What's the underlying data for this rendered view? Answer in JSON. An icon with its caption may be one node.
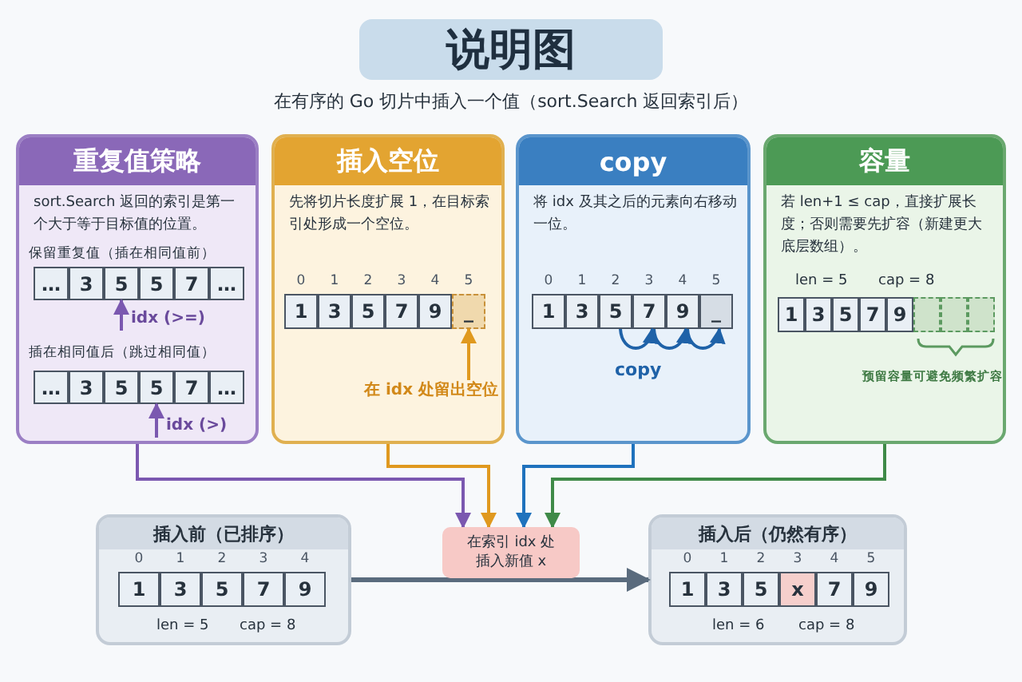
{
  "diagram": {
    "title": "说明图",
    "caption": "在有序的 Go 切片中插入一个值（sort.Search 返回索引后）",
    "nodes": [
      {
        "text": [
          "重复值策略",
          "sort.Search 返回的索引是第一个大于等于目标值的位置。"
        ]
      },
      {
        "text": [
          "…"
        ],
        "in": 0
      },
      {
        "text": [
          "3"
        ],
        "in": 0
      },
      {
        "text": [
          "5"
        ],
        "in": 0
      },
      {
        "text": [
          "5"
        ],
        "in": 0
      },
      {
        "text": [
          "7"
        ],
        "in": 0
      },
      {
        "text": [
          "…"
        ],
        "in": 0
      },
      {
        "text": [
          "idx (>=)"
        ],
        "in": 0
      },
      {
        "text": [
          "…"
        ],
        "in": 0
      },
      {
        "text": [
          "3"
        ],
        "in": 0
      },
      {
        "text": [
          "5"
        ],
        "in": 0
      },
      {
        "text": [
          "5"
        ],
        "in": 0
      },
      {
        "text": [
          "7"
        ],
        "in": 0
      },
      {
        "text": [
          "…"
        ],
        "in": 0
      },
      {
        "text": [
          "idx (>)"
        ],
        "in": 0
      },
      {
        "text": [
          "插入空位",
          "先将切片长度扩展 1，在目标索引处形成一个空位。"
        ]
      },
      {
        "text": [
          "1"
        ],
        "in": 15
      },
      {
        "text": [
          "3"
        ],
        "in": 15
      },
      {
        "text": [
          "5"
        ],
        "in": 15
      },
      {
        "text": [
          "7"
        ],
        "in": 15
      },
      {
        "text": [
          "9"
        ],
        "in": 15
      },
      {
        "text": [
          "_"
        ],
        "in": 15
      },
      {
        "text": [
          "在 idx 处留出空位"
        ],
        "in": 15
      },
      {
        "text": [
          "copy",
          "将 idx 及其之后的元素向右移动一位。"
        ]
      },
      {
        "text": [
          "1"
        ],
        "in": 23
      },
      {
        "text": [
          "3"
        ],
        "in": 23
      },
      {
        "text": [
          "5"
        ],
        "in": 23
      },
      {
        "text": [
          "7"
        ],
        "in": 23
      },
      {
        "text": [
          "9"
        ],
        "in": 23
      },
      {
        "text": [
          "_"
        ],
        "in": 23
      },
      {
        "text": [
          "容量",
          "若 len+1 ≤ cap，直接扩展长度；否则需要先扩容（新建更大底层数组）。"
        ]
      },
      {
        "text": [
          "1"
        ],
        "in": 30
      },
      {
        "text": [
          "3"
        ],
        "in": 30
      },
      {
        "text": [
          "5"
        ],
        "in": 30
      },
      {
        "text": [
          "7"
        ],
        "in": 30
      },
      {
        "text": [
          "9"
        ],
        "in": 30
      },
      {
        "text": [],
        "shape": "box",
        "in": 30
      },
      {
        "text": [],
        "shape": "box",
        "in": 30
      },
      {
        "text": [],
        "shape": "box",
        "in": 30
      },
      {
        "text": [
          "插入前（已排序）"
        ]
      },
      {
        "text": [
          "1"
        ],
        "in": 39
      },
      {
        "text": [
          "3"
        ],
        "in": 39
      },
      {
        "text": [
          "5"
        ],
        "in": 39
      },
      {
        "text": [
          "7"
        ],
        "in": 39
      },
      {
        "text": [
          "9"
        ],
        "in": 39
      },
      {
        "text": [
          "在索引 idx 处插入新值 x"
        ]
      },
      {
        "text": [
          "插入后（仍然有序）"
        ]
      },
      {
        "text": [
          "1"
        ],
        "in": 46
      },
      {
        "text": [
          "3"
        ],
        "in": 46
      },
      {
        "text": [
          "5"
        ],
        "in": 46
      },
      {
        "text": [
          "x"
        ],
        "in": 46
      },
      {
        "text": [
          "7"
        ],
        "in": 46
      },
      {
        "text": [
          "9"
        ],
        "in": 46
      }
    ],
    "edges": [
      {
        "from": 7,
        "to": 3,
        "arrow": "to",
        "color": "#7b58b0"
      },
      {
        "from": 14,
        "to": 11,
        "arrow": "to",
        "color": "#7b58b0"
      },
      {
        "from": 22,
        "to": 21,
        "arrow": "to",
        "color": "#e0991f"
      },
      {
        "from": 26,
        "to": 27,
        "arrow": "to",
        "color": "#1f62a8"
      },
      {
        "from": 27,
        "to": 28,
        "arrow": "to",
        "color": "#1f62a8"
      },
      {
        "from": 28,
        "to": 29,
        "arrow": "to",
        "color": "#1f62a8"
      },
      {
        "from": 0,
        "to": 45,
        "arrow": "to",
        "color": "#7b58b0"
      },
      {
        "from": 15,
        "to": 45,
        "arrow": "to",
        "color": "#e0991f"
      },
      {
        "from": 23,
        "to": 45,
        "arrow": "to",
        "color": "#1f72bd"
      },
      {
        "from": 30,
        "to": 45,
        "arrow": "to",
        "color": "#3f8a48"
      },
      {
        "from": 39,
        "to": 46,
        "arrow": "to"
      }
    ],
    "labels": [
      "保留重复值（插在相同值前）",
      "插在相同值后（跳过相同值）",
      "0",
      "1",
      "2",
      "3",
      "4",
      "5",
      "0",
      "1",
      "2",
      "3",
      "4",
      "5",
      "copy",
      "len = 5",
      "cap = 8",
      "预留容量可避免频繁扩容",
      "0",
      "1",
      "2",
      "3",
      "4",
      "len = 5",
      "cap = 8",
      "0",
      "1",
      "2",
      "3",
      "4",
      "5",
      "len = 6",
      "cap = 8"
    ]
  }
}
